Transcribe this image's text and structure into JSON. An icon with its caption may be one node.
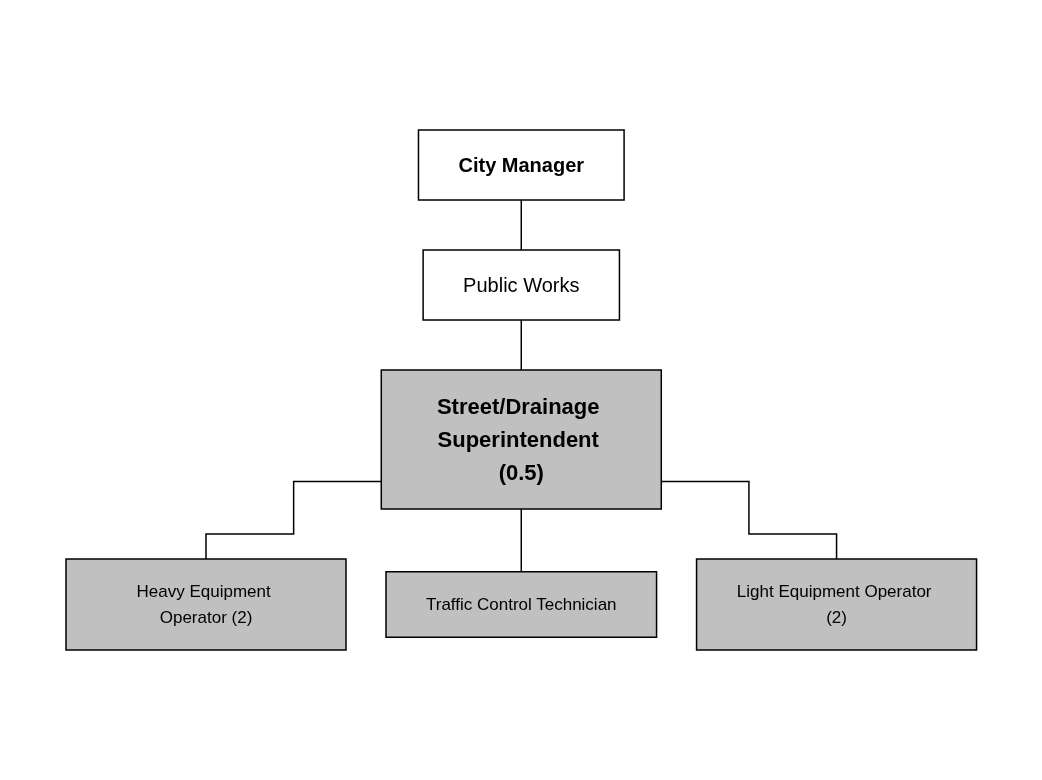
{
  "diagram": {
    "nodes": [
      {
        "text": [
          "City Manager"
        ]
      },
      {
        "text": [
          "Public Works"
        ]
      },
      {
        "text": [
          "Street/Drainage Superintendent (0.5)"
        ]
      },
      {
        "text": [
          "Heavy Equipment Operator (2)"
        ]
      },
      {
        "text": [
          "Traffic Control Technician"
        ]
      },
      {
        "text": [
          "Light Equipment Operator (2)"
        ]
      }
    ],
    "edges": [
      {
        "from": 0,
        "to": 1,
        "arrow": "none"
      },
      {
        "from": 1,
        "to": 2,
        "arrow": "none"
      },
      {
        "from": 2,
        "to": 3,
        "arrow": "none"
      },
      {
        "from": 2,
        "to": 4,
        "arrow": "none"
      },
      {
        "from": 2,
        "to": 5,
        "arrow": "none"
      }
    ]
  }
}
